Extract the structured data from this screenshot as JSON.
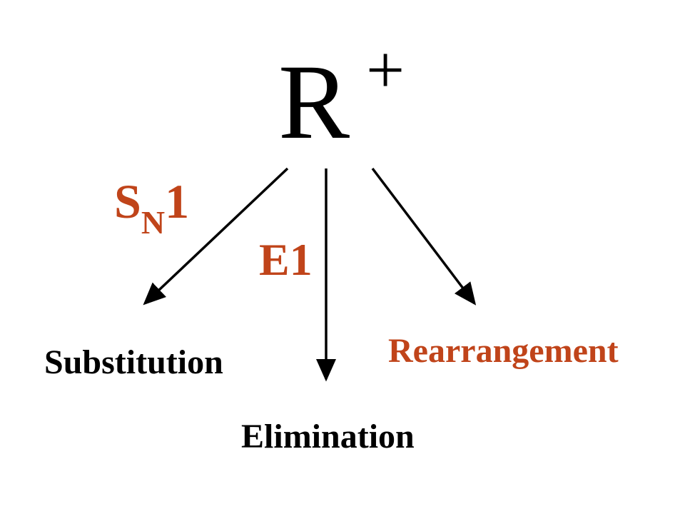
{
  "cation": {
    "symbol": "R",
    "charge": "+"
  },
  "mechanisms": {
    "sn1_main": "S",
    "sn1_sub": "N",
    "sn1_num": "1",
    "e1": "E1"
  },
  "products": {
    "substitution": "Substitution",
    "elimination": "Elimination",
    "rearrangement": "Rearrangement"
  },
  "colors": {
    "accent": "#c0441a",
    "text": "#000000",
    "background": "#ffffff"
  }
}
